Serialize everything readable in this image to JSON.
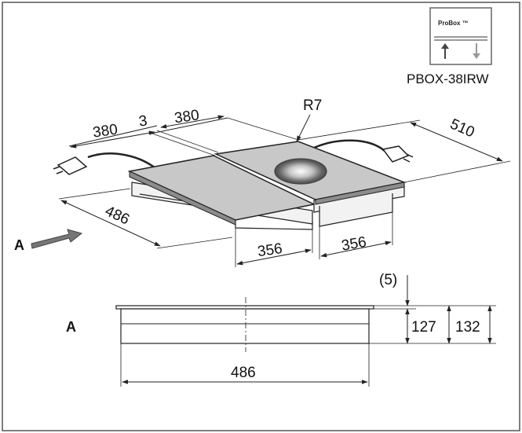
{
  "colors": {
    "frame": "#555555",
    "line": "#222222",
    "hob_top": "#c8c8c8",
    "hob_edge": "#8c8c8c",
    "hob_body": "#f2f2f2",
    "arrow": "#777777",
    "logo_border": "#666666"
  },
  "product": {
    "logo_text": "ProBox ™",
    "model": "PBOX-38IRW"
  },
  "top_view": {
    "width_left": "380",
    "gap": "3",
    "width_right": "380",
    "corner_radius": "R7",
    "total_depth": "510",
    "depth": "486",
    "cutout_left": "356",
    "cutout_right": "356",
    "view_marker": "A"
  },
  "side_view": {
    "label": "A",
    "offset": "(5)",
    "height_inner": "127",
    "height_total": "132",
    "width": "486"
  },
  "icons": {
    "up": "arrow-up-icon",
    "down": "arrow-down-icon",
    "plug": "plug-icon",
    "view_arrow": "view-arrow-icon"
  }
}
